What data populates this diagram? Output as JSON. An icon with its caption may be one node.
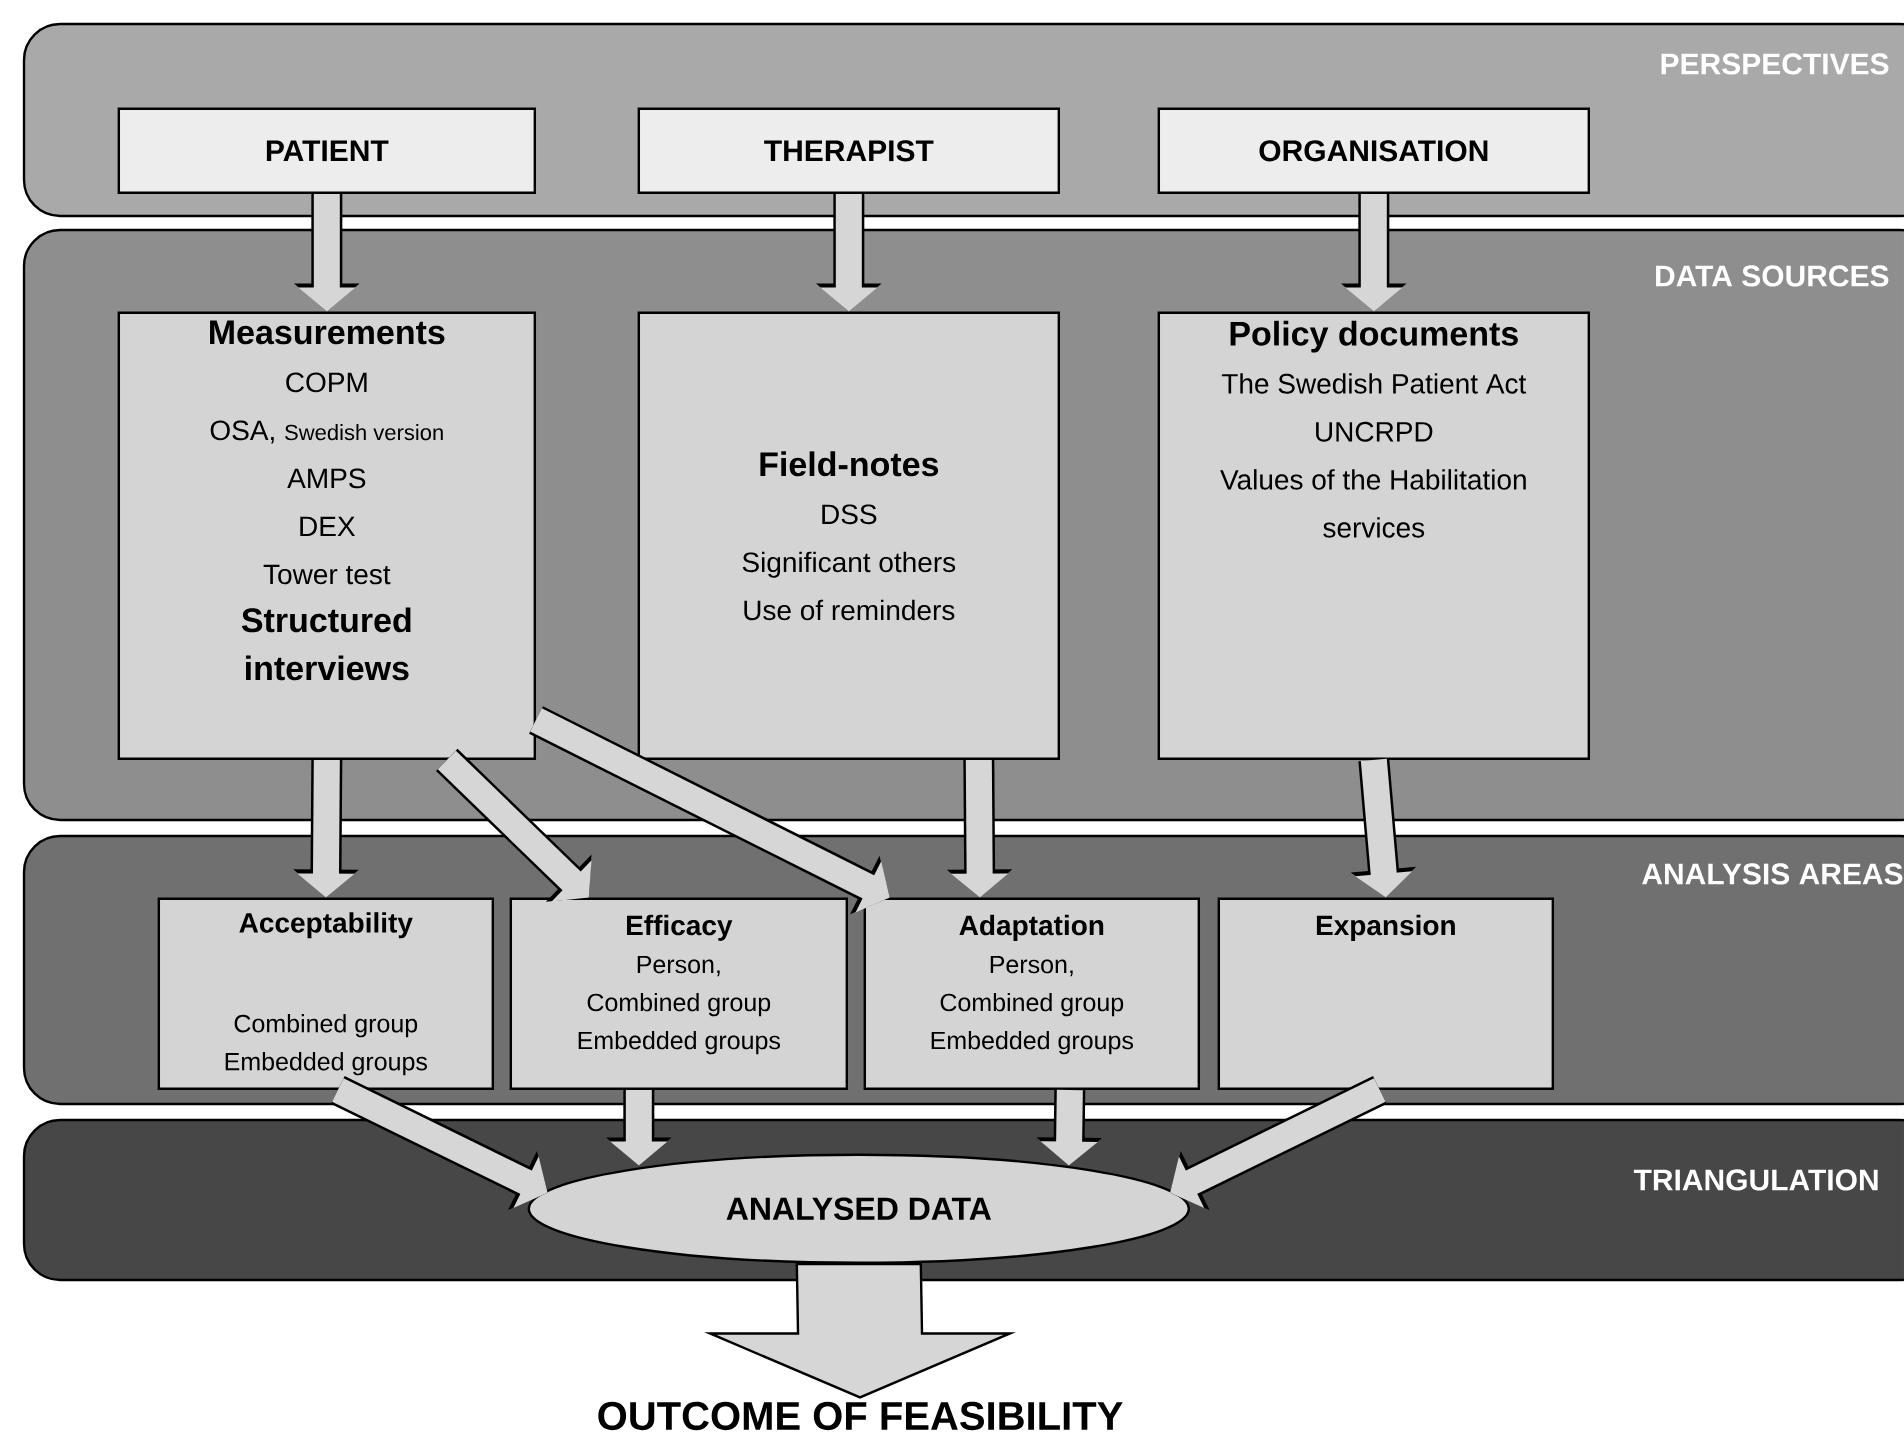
{
  "diagram": {
    "nodes": [
      {
        "text": [
          "PERSPECTIVES"
        ]
      },
      {
        "text": [
          "PATIENT"
        ],
        "in": 0
      },
      {
        "text": [
          "THERAPIST"
        ],
        "in": 0
      },
      {
        "text": [
          "ORGANISATION"
        ],
        "in": 0
      },
      {
        "text": [
          "DATA SOURCES"
        ]
      },
      {
        "text": [
          "Measurements",
          "COPM",
          "OSA,",
          "Swedish version",
          "AMPS",
          "DEX",
          "Tower test",
          "Structured interviews"
        ],
        "in": 4
      },
      {
        "text": [
          "Field-notes",
          "DSS",
          "Significant others",
          "Use of reminders"
        ],
        "in": 4
      },
      {
        "text": [
          "Policy documents",
          "The Swedish Patient Act",
          "UNCRPD",
          "Values of the Habilitation services"
        ],
        "in": 4
      },
      {
        "text": [
          "ANALYSIS AREAS"
        ]
      },
      {
        "text": [
          "Acceptability",
          "Combined group",
          "Embedded groups"
        ],
        "in": 8
      },
      {
        "text": [
          "Efficacy",
          "Person,",
          "Combined group",
          "Embedded groups"
        ],
        "in": 8
      },
      {
        "text": [
          "Adaptation",
          "Person,",
          "Combined group",
          "Embedded groups"
        ],
        "in": 8
      },
      {
        "text": [
          "Expansion"
        ],
        "in": 8
      },
      {
        "text": [
          "TRIANGULATION"
        ]
      },
      {
        "text": [
          "ANALYSED DATA"
        ],
        "in": 13
      },
      {
        "text": [
          "OUTCOME OF FEASIBILITY"
        ]
      }
    ],
    "edges": [
      {
        "from": 1,
        "to": 5,
        "arrow": "to"
      },
      {
        "from": 2,
        "to": 6,
        "arrow": "to"
      },
      {
        "from": 3,
        "to": 7,
        "arrow": "to"
      },
      {
        "from": 5,
        "to": 9,
        "arrow": "to"
      },
      {
        "from": 5,
        "to": 10,
        "arrow": "to"
      },
      {
        "from": 5,
        "to": 11,
        "arrow": "to"
      },
      {
        "from": 6,
        "to": 11,
        "arrow": "to"
      },
      {
        "from": 7,
        "to": 12,
        "arrow": "to"
      },
      {
        "from": 9,
        "to": 14,
        "arrow": "to"
      },
      {
        "from": 10,
        "to": 14,
        "arrow": "to"
      },
      {
        "from": 11,
        "to": 14,
        "arrow": "to"
      },
      {
        "from": 12,
        "to": 14,
        "arrow": "to"
      },
      {
        "from": 14,
        "to": 15,
        "arrow": "to",
        "style": "thick"
      }
    ]
  }
}
